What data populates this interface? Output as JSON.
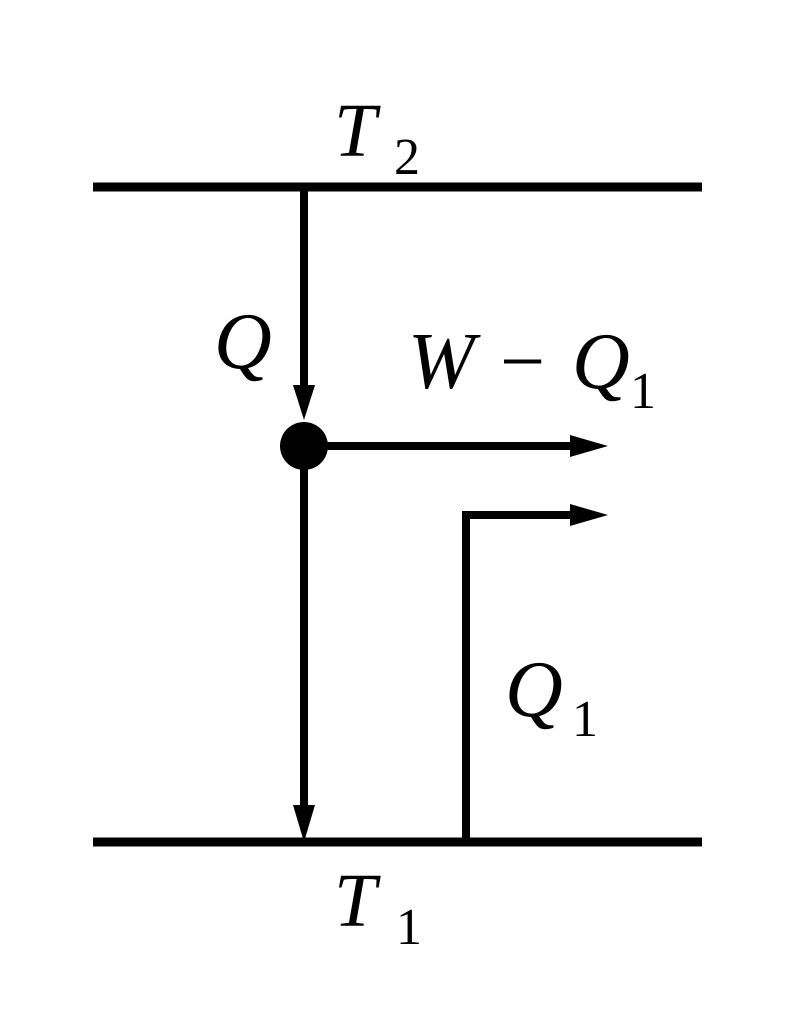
{
  "labels": {
    "hot_reservoir": {
      "symbol": "T",
      "subscript": "2"
    },
    "cold_reservoir": {
      "symbol": "T",
      "subscript": "1"
    },
    "heat_in": {
      "symbol": "Q"
    },
    "work_out": {
      "part1": "W",
      "operator": "−",
      "part2": "Q",
      "subscript": "1"
    },
    "heat_cold": {
      "symbol": "Q",
      "subscript": "1"
    }
  },
  "colors": {
    "ink": "#000000",
    "background": "#ffffff"
  }
}
